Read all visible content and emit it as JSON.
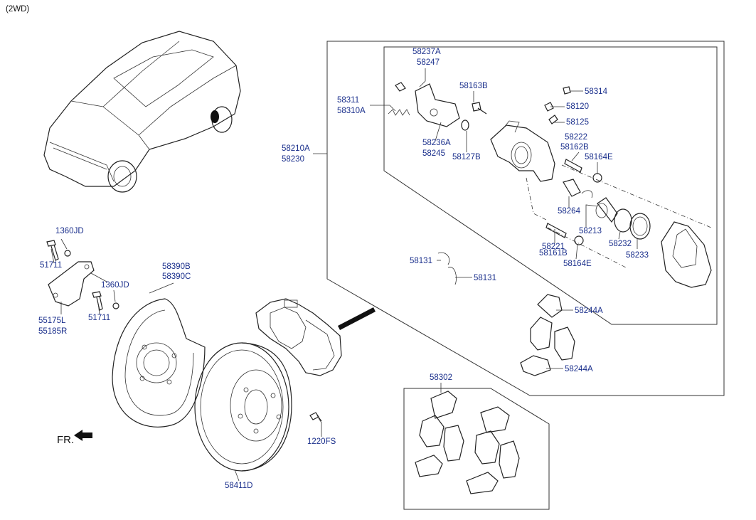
{
  "header": {
    "variant": "(2WD)"
  },
  "orientation": {
    "label": "FR."
  },
  "labels": {
    "l58237": [
      "58237A",
      "58247"
    ],
    "l58311": [
      "58311",
      "58310A"
    ],
    "l58163": "58163B",
    "l58314": "58314",
    "l58120": "58120",
    "l58125": "58125",
    "l58222": [
      "58222",
      "58162B"
    ],
    "l58164a": "58164E",
    "l58236": [
      "58236A",
      "58245"
    ],
    "l58127": "58127B",
    "l58210": [
      "58210A",
      "58230"
    ],
    "l58264": "58264",
    "l58213": "58213",
    "l58232": "58232",
    "l58233": "58233",
    "l58221": [
      "58221",
      "58161B"
    ],
    "l58164b": "58164E",
    "l58131a": "58131",
    "l58131b": "58131",
    "l58244a": "58244A",
    "l58244b": "58244A",
    "l58302": "58302",
    "l1360a": "1360JD",
    "l51711a": "51711",
    "l55175": [
      "55175L",
      "55185R"
    ],
    "l1360b": "1360JD",
    "l51711b": "51711",
    "l58390": [
      "58390B",
      "58390C"
    ],
    "l1220": "1220FS",
    "l58411": "58411D"
  }
}
